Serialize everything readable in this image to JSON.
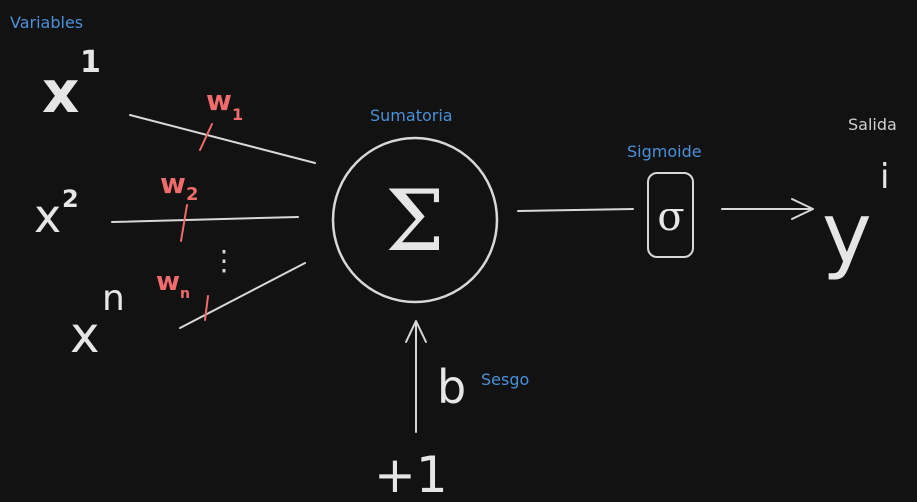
{
  "labels": {
    "variables": "Variables",
    "sumatoria": "Sumatoria",
    "sigmoide": "Sigmoide",
    "salida": "Salida",
    "sesgo": "Sesgo"
  },
  "inputs": {
    "x1": {
      "base": "x",
      "sup": "1"
    },
    "x2": {
      "base": "x",
      "sup": "2"
    },
    "xn": {
      "base": "x",
      "sup": "n"
    }
  },
  "weights": {
    "w1": {
      "base": "w",
      "sub": "1"
    },
    "w2": {
      "base": "w",
      "sub": "2"
    },
    "wn": {
      "base": "w",
      "sub": "n"
    }
  },
  "ellipsis": "⋮",
  "summation_symbol": "Σ",
  "sigmoid_symbol": "σ",
  "output": {
    "base": "y",
    "sup": "i"
  },
  "bias": {
    "symbol": "b",
    "input": "+1"
  },
  "colors": {
    "background": "#121212",
    "stroke": "#d8d8d8",
    "text": "#e6e6e6",
    "label_blue": "#4a90d9",
    "weight_red": "#f06c6c",
    "salida_label": "#cfcfcf"
  }
}
